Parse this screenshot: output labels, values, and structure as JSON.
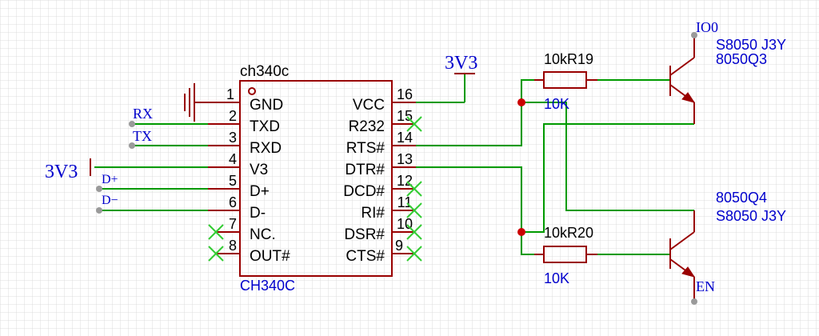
{
  "chip": {
    "ref": "ch340c",
    "part": "CH340C",
    "left_pins": [
      {
        "num": "1",
        "name": "GND"
      },
      {
        "num": "2",
        "name": "TXD"
      },
      {
        "num": "3",
        "name": "RXD"
      },
      {
        "num": "4",
        "name": "V3"
      },
      {
        "num": "5",
        "name": "D+"
      },
      {
        "num": "6",
        "name": "D-"
      },
      {
        "num": "7",
        "name": "NC."
      },
      {
        "num": "8",
        "name": "OUT#"
      }
    ],
    "right_pins": [
      {
        "num": "16",
        "name": "VCC"
      },
      {
        "num": "15",
        "name": "R232"
      },
      {
        "num": "14",
        "name": "RTS#"
      },
      {
        "num": "13",
        "name": "DTR#"
      },
      {
        "num": "12",
        "name": "DCD#"
      },
      {
        "num": "11",
        "name": "RI#"
      },
      {
        "num": "10",
        "name": "DSR#"
      },
      {
        "num": "9",
        "name": "CTS#"
      }
    ]
  },
  "nets": {
    "rx": "RX",
    "tx": "TX",
    "dplus": "D+",
    "dminus": "D−",
    "v3_left": "3V3",
    "v3_top": "3V3",
    "io0": "IO0",
    "en": "EN"
  },
  "resistors": {
    "r19": {
      "label": "10kR19",
      "value": "10K"
    },
    "r20": {
      "label": "10kR20",
      "value": "10K"
    }
  },
  "transistors": {
    "q3": {
      "part": "S8050 J3Y",
      "ref": "8050Q3"
    },
    "q4": {
      "ref": "8050Q4",
      "part": "S8050 J3Y"
    }
  },
  "colors": {
    "wire": "#009a00",
    "symbol": "#990000",
    "label": "#0000cc",
    "junction": "#cc0000",
    "noconnect": "#33cc33",
    "grid": "#dcdcdc"
  }
}
